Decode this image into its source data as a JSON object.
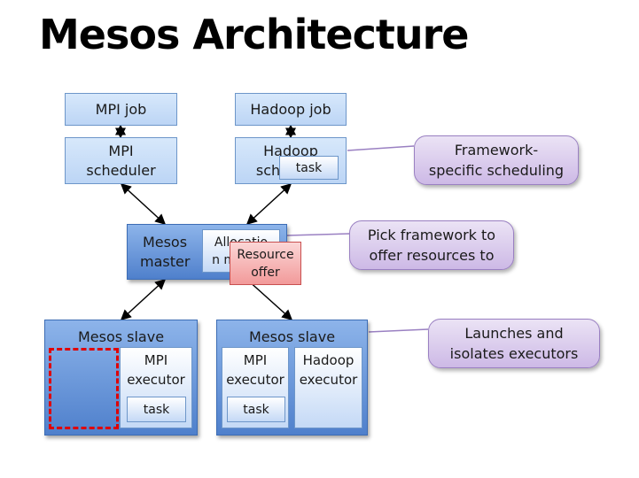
{
  "title": "Mesos Architecture",
  "mpi_job": "MPI job",
  "hadoop_job": "Hadoop job",
  "mpi_scheduler": [
    "MPI",
    "scheduler"
  ],
  "hadoop_scheduler": [
    "Hadoop",
    "scheduler"
  ],
  "hadoop_task": "task",
  "mesos_master": [
    "Mesos",
    "master"
  ],
  "allocation_module": [
    "Allocatio",
    "n module"
  ],
  "resource_offer": [
    "Resource",
    "offer"
  ],
  "slave_left": {
    "label": "Mesos slave",
    "executor": [
      "MPI",
      "executor"
    ],
    "task": "task"
  },
  "slave_right": {
    "label": "Mesos slave",
    "mpi_executor": [
      "MPI",
      "executor"
    ],
    "mpi_task": "task",
    "hadoop_executor": [
      "Hadoop",
      "executor"
    ]
  },
  "callouts": {
    "framework": [
      "Framework-",
      "specific scheduling"
    ],
    "pick": [
      "Pick framework to",
      "offer resources to"
    ],
    "launch": [
      "Launches and",
      "isolates executors"
    ]
  },
  "colors": {
    "light_box": "#d7e8fb",
    "dark_box": "#4f80cc",
    "callout": "#cdb9e6",
    "offer": "#f29a9a",
    "dashed_border": "#e00000"
  }
}
